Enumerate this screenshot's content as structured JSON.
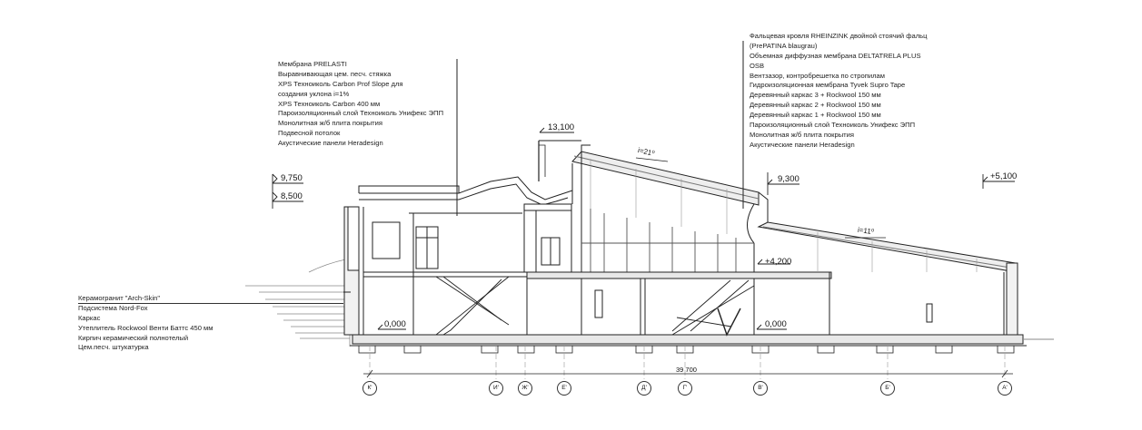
{
  "notes": {
    "flat_roof": [
      "Мембрана PRELASTI",
      "Выравнивающая цем. песч. стяжка",
      "XPS Техноиколь Carbon Prof Slope для",
      "создания уклона i=1%",
      "XPS Техноиколь Carbon 400 мм",
      "Пароизоляционный слой Техноиколь Унифекс ЭПП",
      "Монолитная ж/б плита покрытия",
      "Подвесной потолок",
      "Акустические панели Heradesign"
    ],
    "pitched_roof": [
      "Фальцевая кровля RHEINZINK двойной стоячий фальц",
      "(PrePATINA blaugrau)",
      "Объемная диффузная мембрана DELTATRELA PLUS",
      "OSB",
      "Вентзазор, контробрешетка по стропилам",
      "Гидроизоляционная мембрана Tyvek Supro Tape",
      "Деревянный каркас 3 + Rockwool 150 мм",
      "Деревянный каркас 2 + Rockwool 150 мм",
      "Деревянный каркас 1 + Rockwool 150 мм",
      "Пароизоляционный слой Техноиколь Унифекс ЭПП",
      "Монолитная ж/б плита покрытия",
      "Акустические панели Heradesign"
    ],
    "wall": [
      "Керамогранит \"Arch-Skin\"",
      "Подсистема Nord-Fox",
      "Каркас",
      "Утеплитель Rockwool Венти Баттс 450 мм",
      "Кирпич керамический полнотелый",
      "Цем.песч. штукатурка"
    ]
  },
  "levels": {
    "l_9750": "9,750",
    "l_8500": "8,500",
    "l_13100": "13,100",
    "l_9300": "9,300",
    "l_5100": "+5,100",
    "l_4200": "+4,200",
    "l_0_left": "0,000",
    "l_0_right": "0,000"
  },
  "slopes": {
    "s21": "i=21⁰",
    "s11": "i=11⁰"
  },
  "dimension": {
    "total": "39 700"
  },
  "axes": [
    "К'",
    "И'",
    "Ж'",
    "Е'",
    "Д'",
    "Г'",
    "В'",
    "Б'",
    "А'"
  ],
  "colors": {
    "line": "#222222",
    "glass": "#555555",
    "hatch": "#888888",
    "slab": "#e8e8e8"
  }
}
